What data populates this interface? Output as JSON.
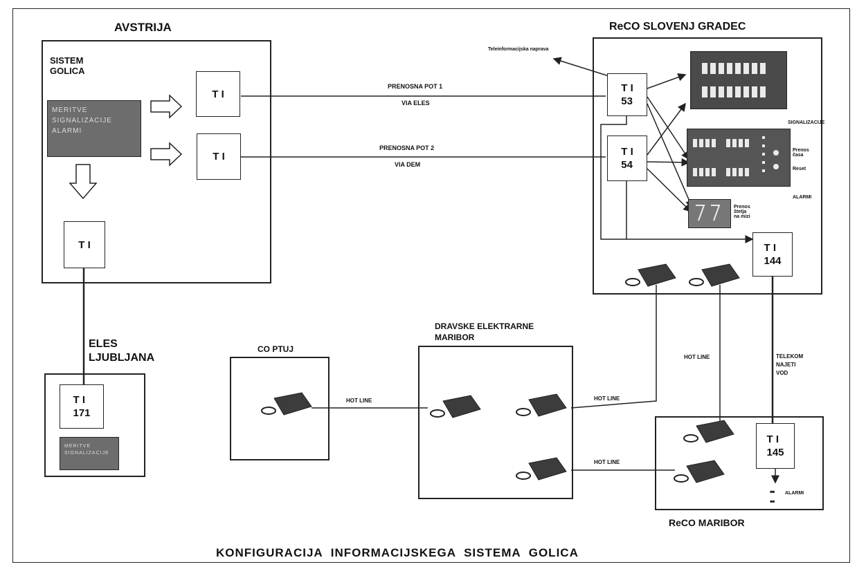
{
  "diagram": {
    "title": "KONFIGURACIJA INFORMACIJSKEGA SISTEMA GOLICA",
    "austria": {
      "label": "AVSTRIJA",
      "system_label": "SISTEM\nGOLICA",
      "measurements_box": "MERITVE\nSIGNALIZACIJE\nALARMI",
      "ti_top": "T I",
      "ti_mid": "T I",
      "ti_bottom": "T I"
    },
    "links": {
      "path1_label": "PRENOSNA POT 1",
      "path1_via": "VIA ELES",
      "path2_label": "PRENOSNA POT 2",
      "path2_via": "VIA DEM",
      "hot_line": "HOT LINE",
      "telekom": "TELEKOM\nNAJETI\nVOD"
    },
    "reco_sg": {
      "label": "ReCO SLOVENJ GRADEC",
      "teleinfo_note": "Teleinformacijska naprava",
      "ti53": "T I\n53",
      "ti54": "T I\n54",
      "ti144": "T I\n144",
      "signalizacije": "SIGNALIZACIJE",
      "alarmi": "ALARMI",
      "panel_note1": "Prenos\nčasa",
      "panel_note2": "Reset",
      "panel_note3": "Prenos\nštetja\nna mizi"
    },
    "eles": {
      "label": "ELES\nLJUBLJANA",
      "ti": "T I\n171",
      "grey_box": "MERITVE\nSIGNALIZACIJE"
    },
    "co_ptuj": {
      "label": "CO PTUJ"
    },
    "dem": {
      "label": "DRAVSKE ELEKTRARNE\nMARIBOR"
    },
    "reco_mb": {
      "label": "ReCO MARIBOR",
      "ti": "T I\n145",
      "alarmi": "ALARMI"
    }
  }
}
